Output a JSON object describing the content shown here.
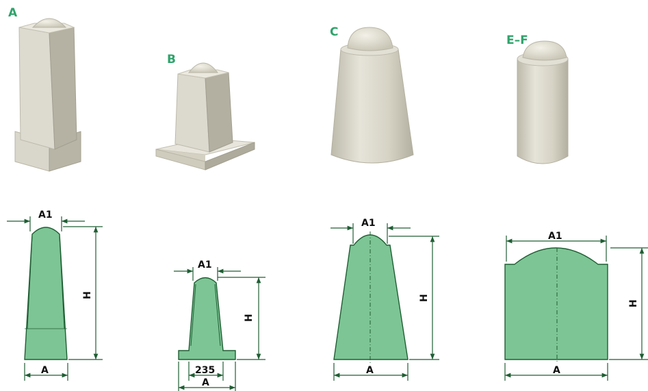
{
  "colors": {
    "label_green": "#2fa36b",
    "profile_fill": "#7dc595",
    "profile_stroke": "#1f5e33",
    "dimension_line": "#1f5e33",
    "concrete_light": "#e4e2d6",
    "concrete_mid": "#cfccbd",
    "concrete_dark": "#a9a697"
  },
  "products": [
    {
      "label": "A"
    },
    {
      "label": "B"
    },
    {
      "label": "C"
    },
    {
      "label": "E–F"
    }
  ],
  "drawings": [
    {
      "top_dim": "A1",
      "height_dim": "H",
      "bottom_dim": "A"
    },
    {
      "top_dim": "A1",
      "height_dim": "H",
      "base_dim": "235",
      "bottom_dim": "A"
    },
    {
      "top_dim": "A1",
      "height_dim": "H",
      "bottom_dim": "A"
    },
    {
      "top_dim": "A1",
      "height_dim": "H",
      "bottom_dim": "A"
    }
  ]
}
